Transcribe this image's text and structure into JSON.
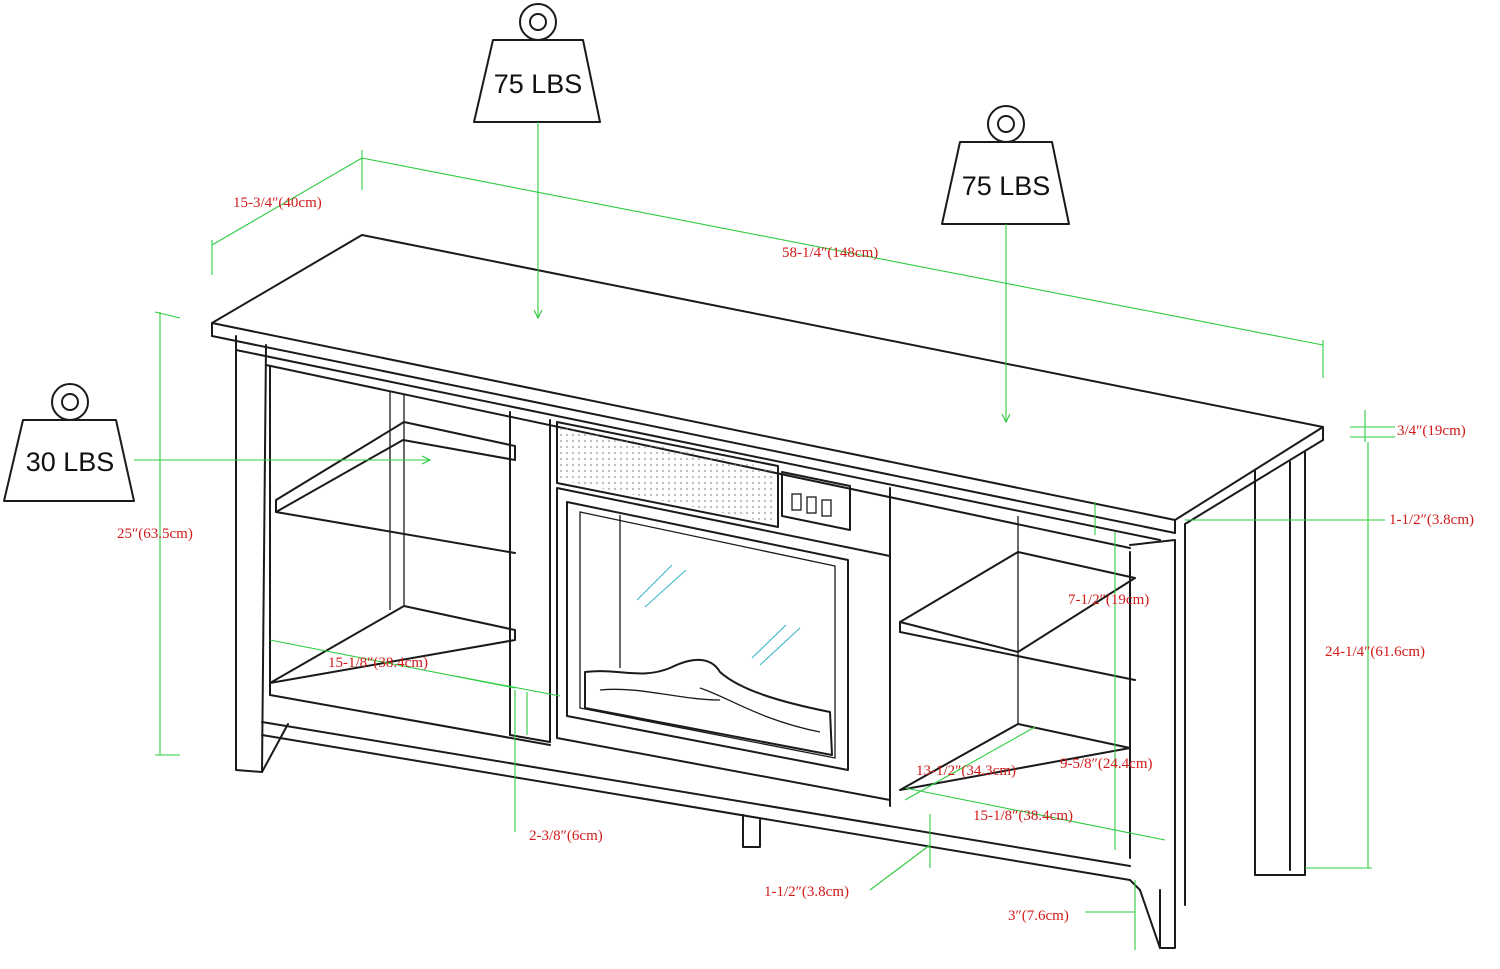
{
  "weights": {
    "top_left": "75 LBS",
    "top_right": "75 LBS",
    "shelf": "30 LBS"
  },
  "dimensions": {
    "depth": "15-3/4″(40cm)",
    "width": "58-1/4″(148cm)",
    "height": "25″(63.5cm)",
    "top_thickness": "3/4″(19cm)",
    "apron": "1-1/2″(3.8cm)",
    "side_shelf_height": "7-1/2″(19cm)",
    "inner_height": "24-1/4″(61.6cm)",
    "left_shelf_width": "15-1/8″(38.4cm)",
    "right_shelf_width": "15-1/8″(38.4cm)",
    "lower_opening": "9-5/8″(24.4cm)",
    "shelf_depth": "13-1/2″(34.3cm)",
    "divider": "2-3/8″(6cm)",
    "bottom_rail": "1-1/2″(3.8cm)",
    "clearance": "3″(7.6cm)"
  }
}
